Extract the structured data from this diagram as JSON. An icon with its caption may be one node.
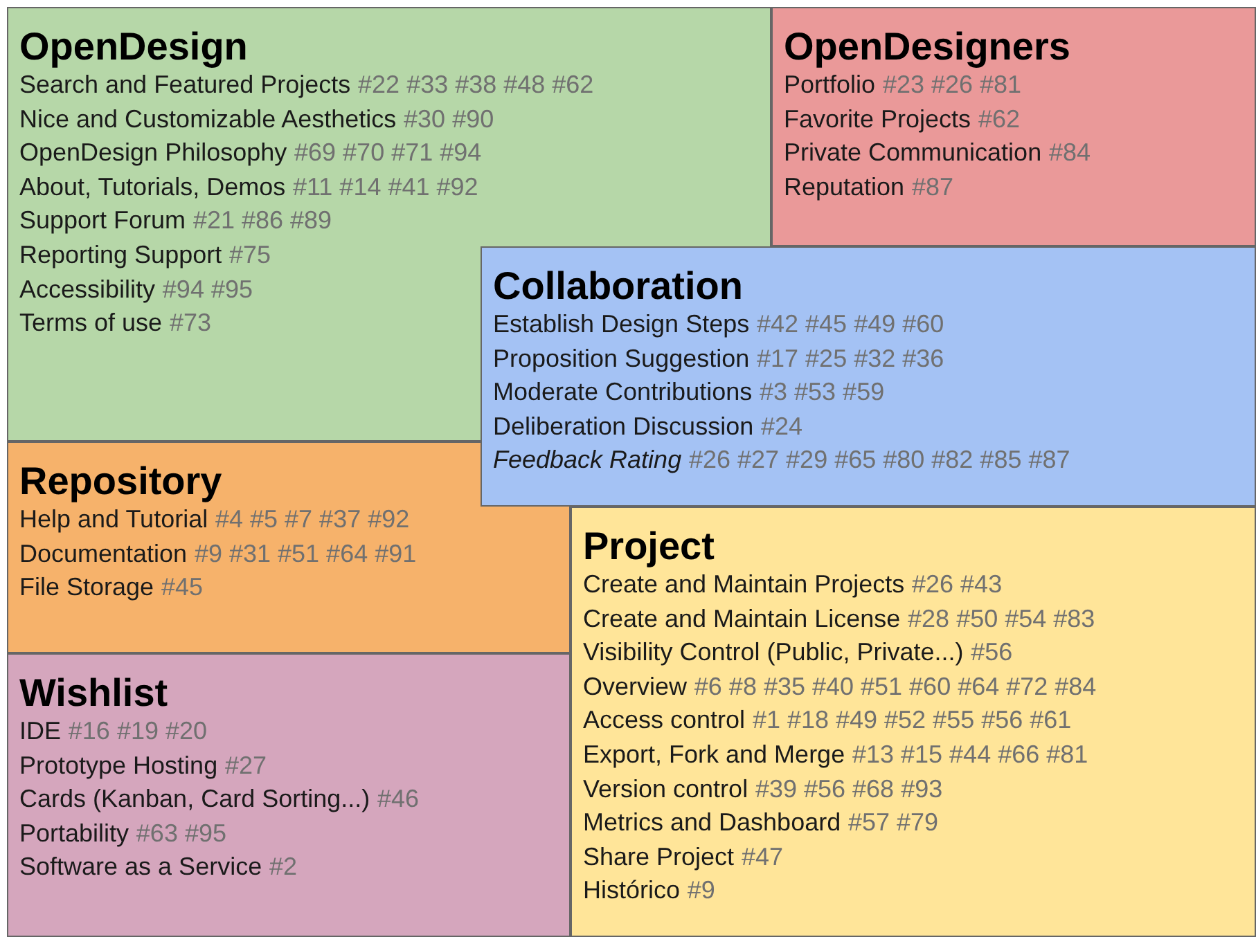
{
  "diagram": {
    "nodes": [
      {
        "text": [
          "OpenDesign",
          "Search and Featured Projects",
          "#22 #33 #38 #48 #62",
          "Nice and Customizable Aesthetics",
          "#30 #90",
          "OpenDesign Philosophy",
          "#69 #70 #71 #94",
          "About, Tutorials, Demos",
          "#11 #14 #41 #92",
          "Support Forum",
          "#21 #86 #89",
          "Reporting Support",
          "#75",
          "Accessibility",
          "#94 #95",
          "Terms of use",
          "#73"
        ]
      },
      {
        "text": [
          "OpenDesigners",
          "Portfolio",
          "#23 #26 #81",
          "Favorite Projects",
          "#62",
          "Private Communication",
          "#84",
          "Reputation",
          "#87"
        ]
      },
      {
        "text": [
          "Collaboration",
          "Establish Design Steps",
          "#42 #45 #49 #60",
          "Proposition Suggestion",
          "#17 #25 #32 #36",
          "Moderate Contributions",
          "#3 #53 #59",
          "Deliberation Discussion",
          "#24",
          "*Feedback Rating*",
          "#26 #27 #29 #65 #80 #82 #85 #87"
        ]
      },
      {
        "text": [
          "Repository",
          "Help and Tutorial",
          "#4 #5 #7 #37 #92",
          "Documentation",
          "#9 #31 #51 #64 #91",
          "File Storage",
          "#45"
        ]
      },
      {
        "text": [
          "Project",
          "Create and Maintain Projects",
          "#26 #43",
          "Create and Maintain License",
          "#28 #50 #54 #83",
          "Visibility Control (Public, Private...)",
          "#56",
          "Overview",
          "#6 #8 #35 #40 #51 #60 #64 #72 #84",
          "Access control",
          "#1 #18 #49 #52 #55 #56 #61",
          "Export, Fork and Merge",
          "#13 #15 #44 #66 #81",
          "Version control",
          "#39 #56 #68 #93",
          "Metrics and Dashboard",
          "#57 #79",
          "Share Project",
          "#47",
          "Histórico",
          "#9"
        ]
      },
      {
        "text": [
          "Wishlist",
          "IDE",
          "#16 #19 #20",
          "Prototype Hosting",
          "#27",
          "Cards (Kanban, Card Sorting...)",
          "#46",
          "Portability",
          "#63 #95",
          "Software as a Service",
          "#2"
        ]
      }
    ]
  }
}
